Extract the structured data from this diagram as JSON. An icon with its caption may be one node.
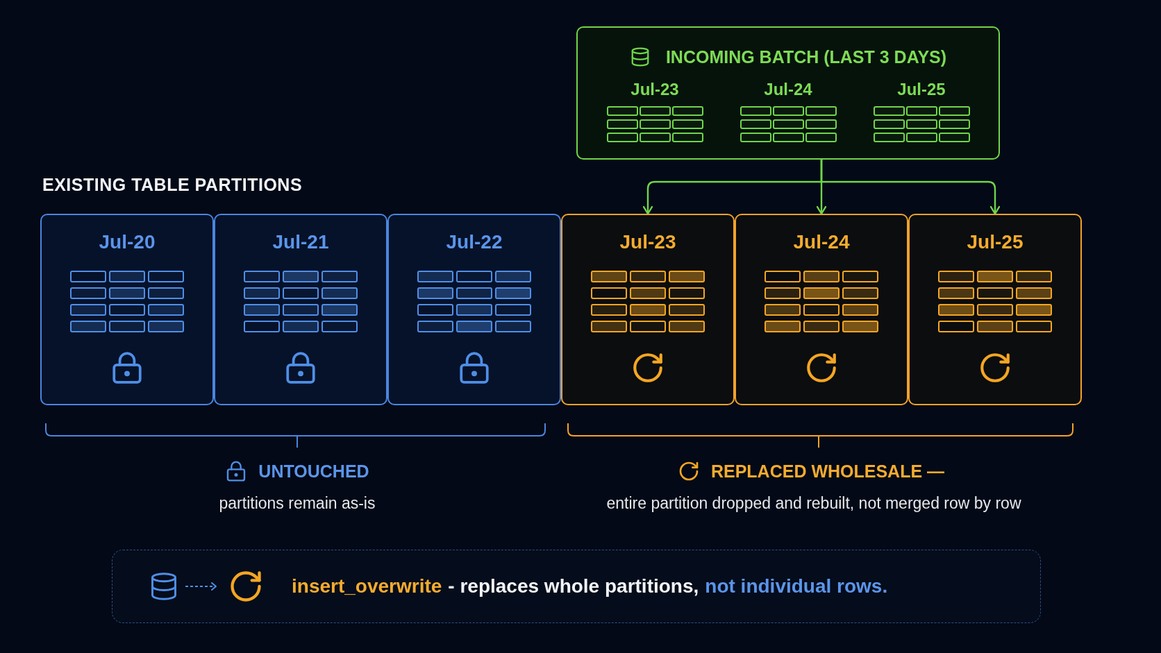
{
  "diagram": {
    "nodes": [
      {
        "text": [
          "INCOMING BATCH (LAST 3 DAYS)",
          "Jul-23",
          "Jul-24",
          "Jul-25"
        ]
      },
      {
        "text": [
          "Jul-20"
        ]
      },
      {
        "text": [
          "Jul-21"
        ]
      },
      {
        "text": [
          "Jul-22"
        ]
      },
      {
        "text": [
          "Jul-23"
        ]
      },
      {
        "text": [
          "Jul-24"
        ]
      },
      {
        "text": [
          "Jul-25"
        ]
      },
      {
        "text": [
          "insert_overwrite",
          "- replaces whole partitions,",
          "not individual rows."
        ]
      }
    ],
    "edges": [
      {
        "from": 0,
        "to": 4,
        "arrow": "to"
      },
      {
        "from": 0,
        "to": 5,
        "arrow": "to"
      },
      {
        "from": 0,
        "to": 6,
        "arrow": "to"
      }
    ],
    "labels": [
      "EXISTING TABLE PARTITIONS",
      "UNTOUCHED",
      "partitions remain as-is",
      "REPLACED WHOLESALE —",
      "entire partition dropped and rebuilt, not merged row by row"
    ]
  }
}
